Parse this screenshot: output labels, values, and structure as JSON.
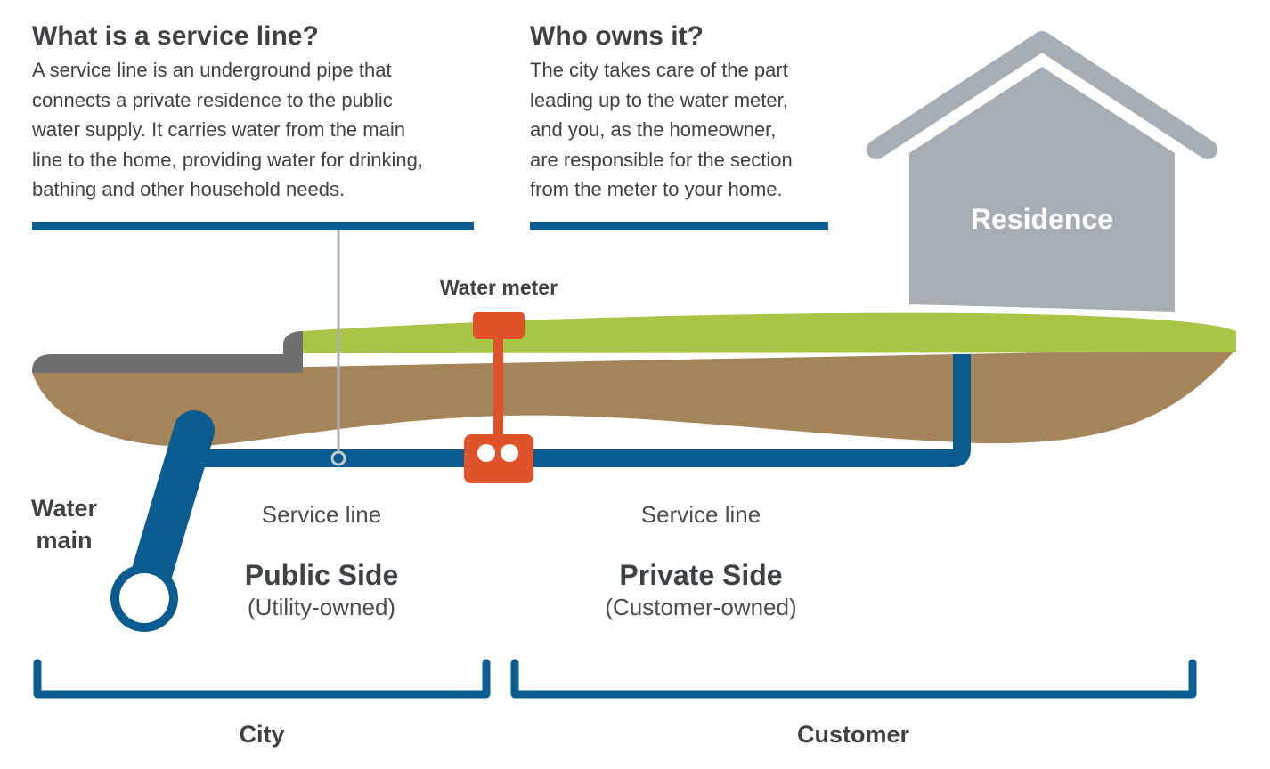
{
  "intro": {
    "title": "What is a service line?",
    "body": "A service line is an underground pipe that\nconnects a private residence to the public\nwater supply. It carries water from the main\nline to the home, providing water for drinking,\nbathing and other household needs."
  },
  "ownership": {
    "title": "Who owns it?",
    "body": "The city takes care of the part\nleading up to the water meter,\nand you, as the homeowner,\nare responsible for the section\nfrom the meter to your home."
  },
  "labels": {
    "residence": "Residence",
    "water_meter": "Water meter",
    "water_main_line1": "Water",
    "water_main_line2": "main",
    "public_service_line": "Service line",
    "public_side": "Public Side",
    "public_owner": "(Utility-owned)",
    "private_service_line": "Service line",
    "private_side": "Private Side",
    "private_owner": "(Customer-owned)",
    "city": "City",
    "customer": "Customer"
  },
  "colors": {
    "pipe": "#0a5b8f",
    "meter": "#e0532a",
    "grass": "#a8c545",
    "soil": "#a6845a",
    "pavement": "#6d6f71",
    "house": "#a7aeb3",
    "text": "#3f4244"
  }
}
